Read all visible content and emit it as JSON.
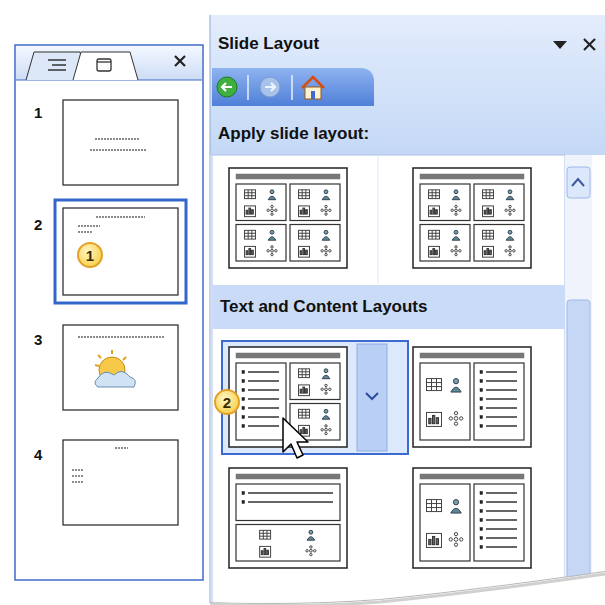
{
  "diagram": {
    "nodes": [
      {
        "text": [
          "Slide Layout"
        ]
      },
      {
        "text": [
          "Apply slide layout:"
        ]
      },
      {
        "text": [
          "Text and Content Layouts"
        ]
      },
      {
        "text": [
          "1"
        ]
      },
      {
        "text": [
          "2"
        ]
      }
    ],
    "labels": [
      "1",
      "2",
      "3",
      "4"
    ]
  }
}
